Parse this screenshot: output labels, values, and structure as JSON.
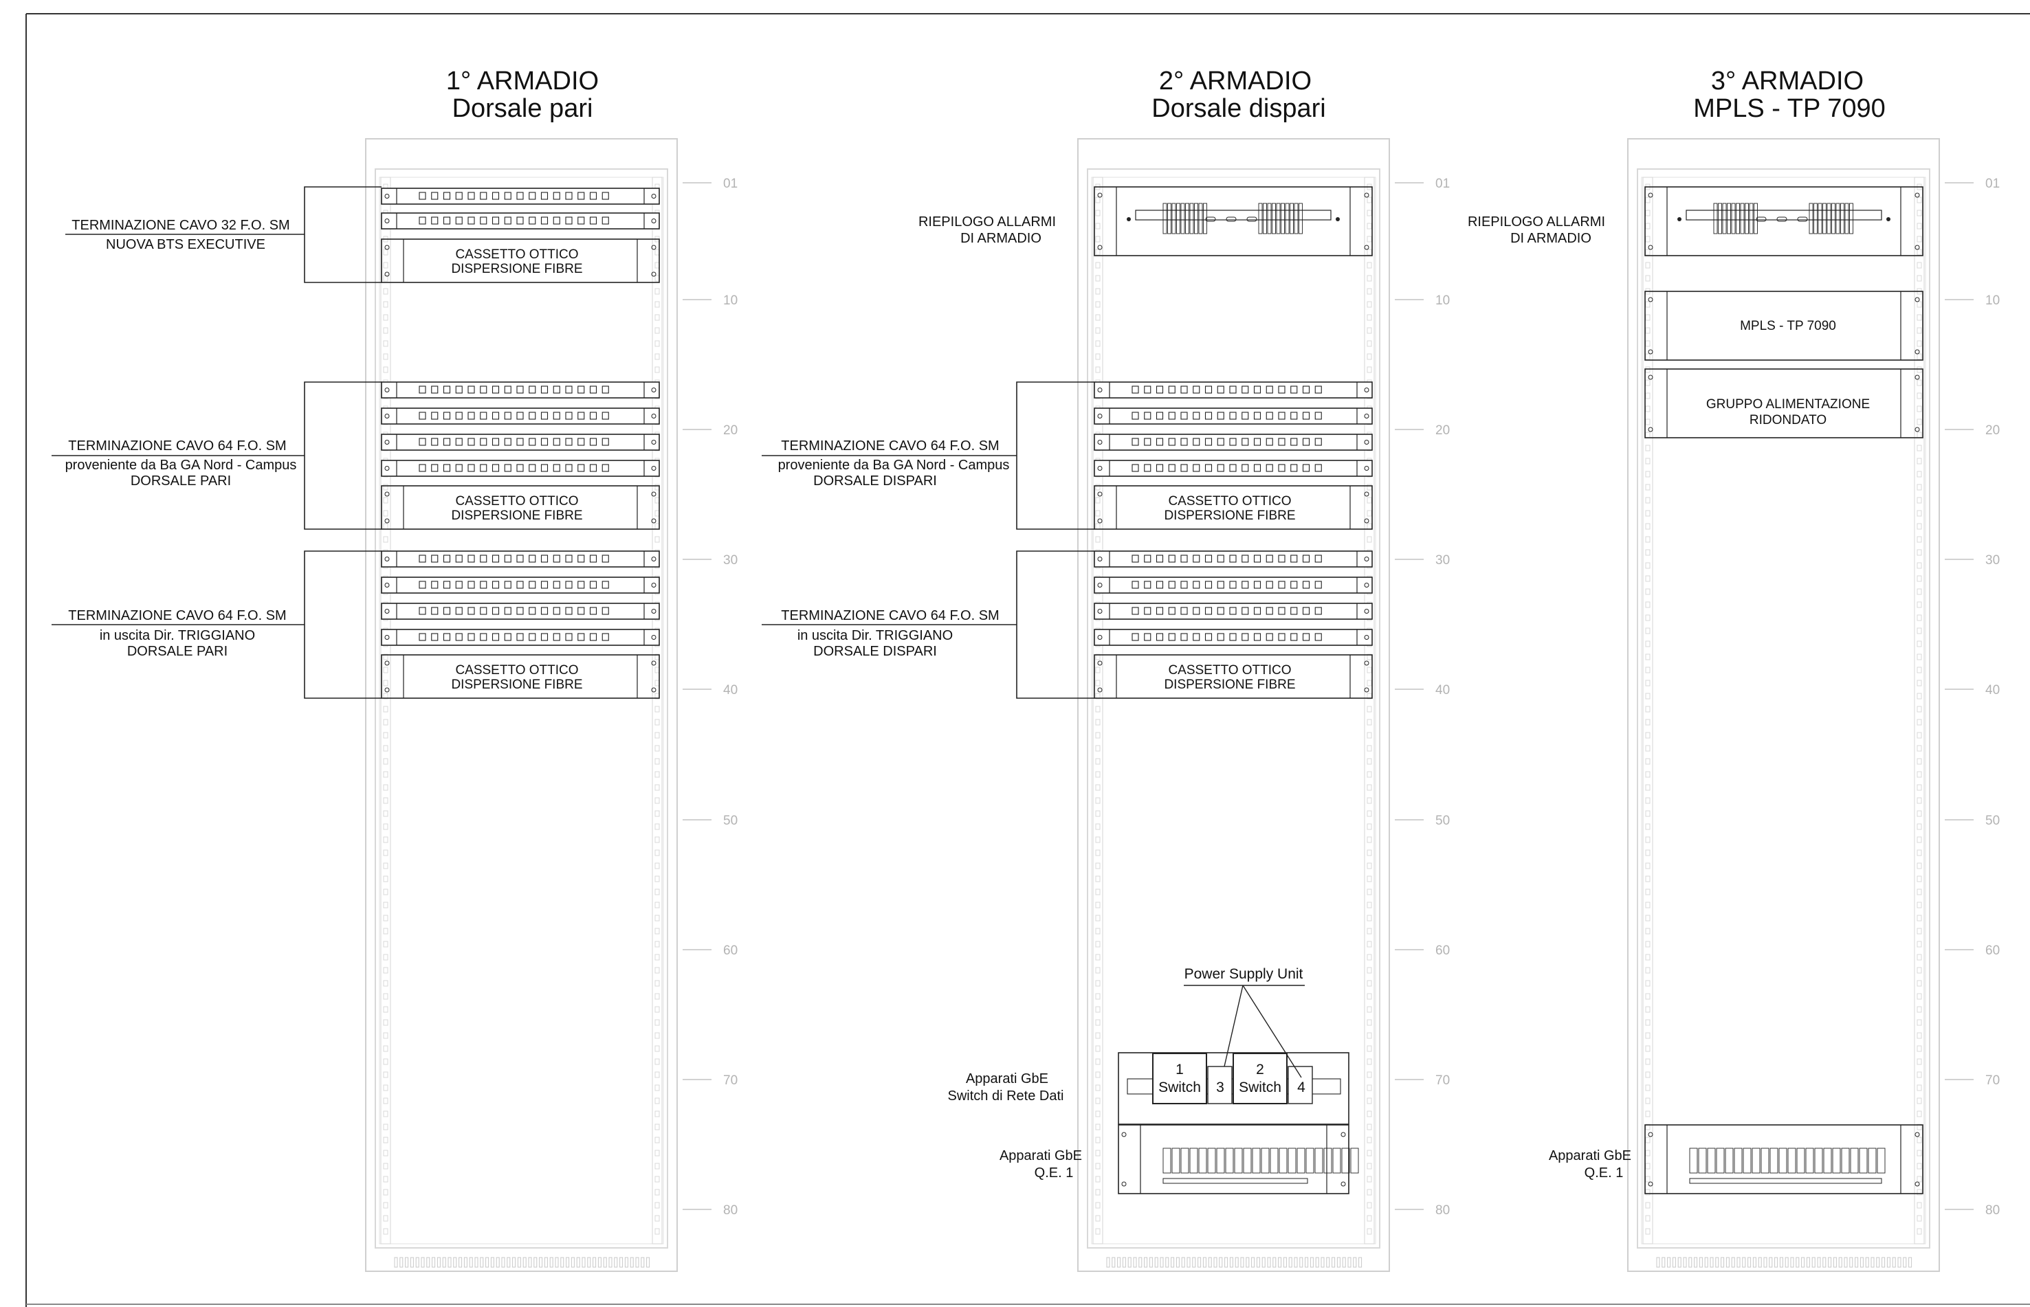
{
  "racks": [
    {
      "title": "1° ARMADIO",
      "subtitle": "Dorsale pari",
      "units": [
        "01",
        "10",
        "20",
        "30",
        "40",
        "50",
        "60",
        "70",
        "80"
      ],
      "callouts": [
        {
          "line1": "TERMINAZIONE CAVO 32 F.O. SM",
          "line2": "NUOVA BTS EXECUTIVE",
          "line3": ""
        },
        {
          "line1": "TERMINAZIONE CAVO 64 F.O. SM",
          "line2": "proveniente da Ba GA Nord - Campus",
          "line3": "DORSALE PARI"
        },
        {
          "line1": "TERMINAZIONE CAVO 64 F.O. SM",
          "line2": "in uscita Dir. TRIGGIANO",
          "line3": "DORSALE PARI"
        }
      ],
      "drawers": [
        {
          "line1": "CASSETTO OTTICO",
          "line2": "DISPERSIONE FIBRE"
        },
        {
          "line1": "CASSETTO OTTICO",
          "line2": "DISPERSIONE FIBRE"
        },
        {
          "line1": "CASSETTO OTTICO",
          "line2": "DISPERSIONE FIBRE"
        }
      ]
    },
    {
      "title": "2° ARMADIO",
      "subtitle": "Dorsale dispari",
      "units": [
        "01",
        "10",
        "20",
        "30",
        "40",
        "50",
        "60",
        "70",
        "80"
      ],
      "alarm": {
        "line1": "RIEPILOGO ALLARMI",
        "line2": "DI ARMADIO"
      },
      "callouts": [
        {
          "line1": "TERMINAZIONE CAVO 64 F.O. SM",
          "line2": "proveniente da Ba GA Nord - Campus",
          "line3": "DORSALE DISPARI"
        },
        {
          "line1": "TERMINAZIONE CAVO 64 F.O. SM",
          "line2": "in uscita Dir. TRIGGIANO",
          "line3": "DORSALE DISPARI"
        }
      ],
      "drawers": [
        {
          "line1": "CASSETTO OTTICO",
          "line2": "DISPERSIONE FIBRE"
        },
        {
          "line1": "CASSETTO OTTICO",
          "line2": "DISPERSIONE FIBRE"
        }
      ],
      "psu_label": "Power Supply Unit",
      "switches": [
        {
          "num": "1",
          "label": "Switch",
          "side": "3"
        },
        {
          "num": "2",
          "label": "Switch",
          "side": "4"
        }
      ],
      "gbe_switch": {
        "line1": "Apparati GbE",
        "line2": "Switch di Rete Dati"
      },
      "gbe_qe": {
        "line1": "Apparati GbE",
        "line2": "Q.E. 1"
      }
    },
    {
      "title": "3° ARMADIO",
      "subtitle": "MPLS - TP 7090",
      "units": [
        "01",
        "10",
        "20",
        "30",
        "40",
        "50",
        "60",
        "70",
        "80"
      ],
      "alarm": {
        "line1": "RIEPILOGO ALLARMI",
        "line2": "DI ARMADIO"
      },
      "mpls_box": "MPLS - TP 7090",
      "power_group": {
        "line1": "GRUPPO ALIMENTAZIONE",
        "line2": "RIDONDATO"
      },
      "gbe_qe": {
        "line1": "Apparati GbE",
        "line2": "Q.E. 1"
      }
    }
  ]
}
